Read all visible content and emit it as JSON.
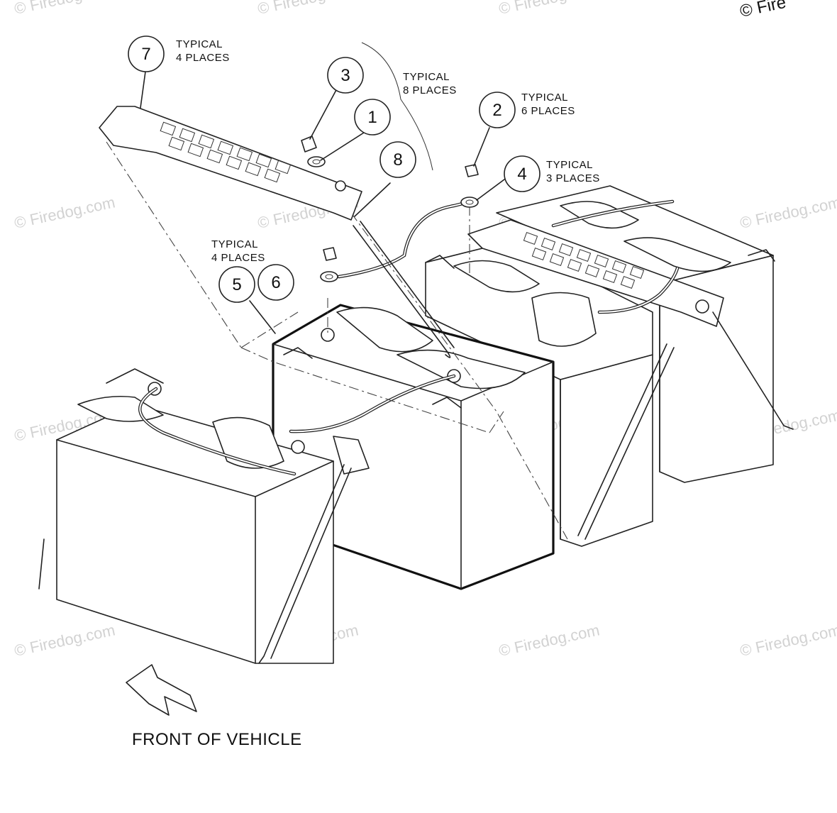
{
  "watermark": {
    "text": "© Firedog.com"
  },
  "corner_copyright": "© Fire",
  "callouts": [
    {
      "id": "1",
      "label": "1"
    },
    {
      "id": "2",
      "label": "2"
    },
    {
      "id": "3",
      "label": "3"
    },
    {
      "id": "4",
      "label": "4"
    },
    {
      "id": "5",
      "label": "5"
    },
    {
      "id": "6",
      "label": "6"
    },
    {
      "id": "7",
      "label": "7"
    },
    {
      "id": "8",
      "label": "8"
    }
  ],
  "notes": {
    "n7": [
      "TYPICAL",
      "4 PLACES"
    ],
    "n3_1": [
      "TYPICAL",
      "8 PLACES"
    ],
    "n2": [
      "TYPICAL",
      "6 PLACES"
    ],
    "n4": [
      "TYPICAL",
      "3 PLACES"
    ],
    "n5_6": [
      "TYPICAL",
      "4 PLACES"
    ]
  },
  "front_label": "FRONT OF VEHICLE",
  "arrow_icon": "left-arrow-icon"
}
